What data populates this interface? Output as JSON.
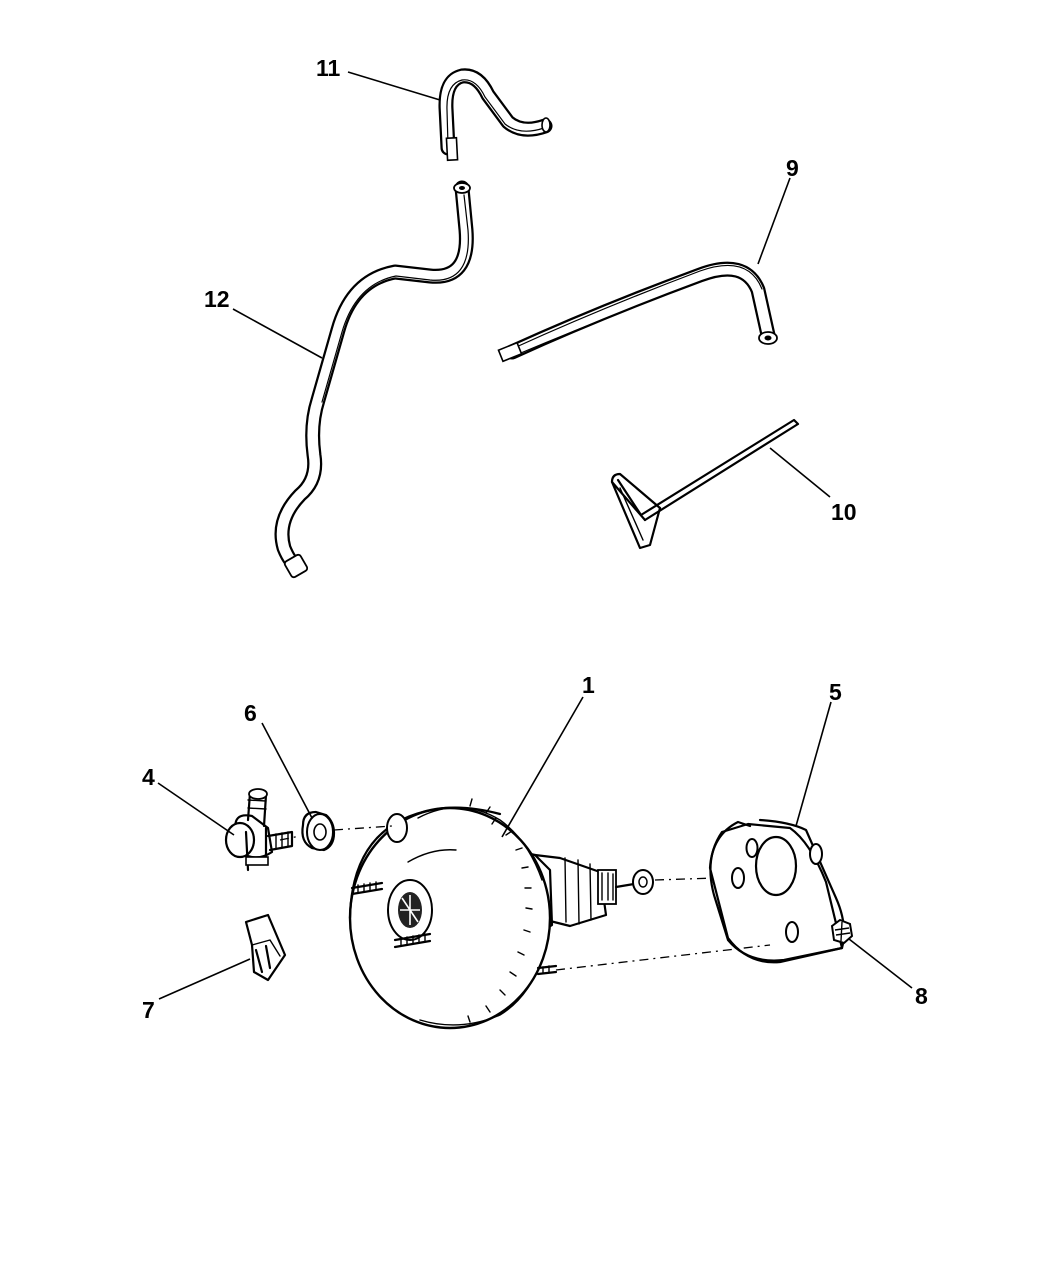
{
  "callouts": {
    "c1": "1",
    "c4": "4",
    "c5": "5",
    "c6": "6",
    "c7": "7",
    "c8": "8",
    "c9": "9",
    "c10": "10",
    "c11": "11",
    "c12": "12"
  }
}
